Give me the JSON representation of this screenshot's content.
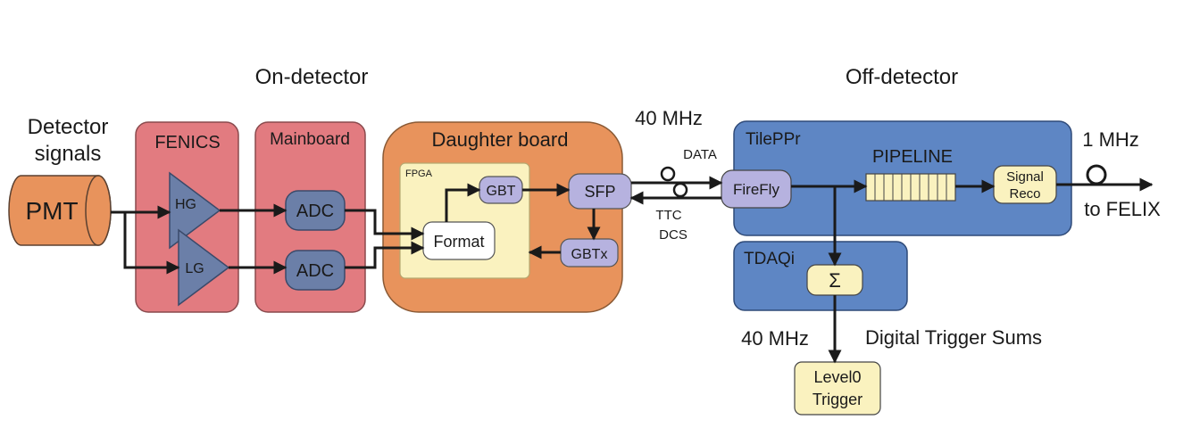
{
  "headers": {
    "on_detector": "On-detector",
    "off_detector": "Off-detector"
  },
  "detector_signals": [
    "Detector",
    "signals"
  ],
  "pmt": "PMT",
  "fenics": {
    "title": "FENICS",
    "hg": "HG",
    "lg": "LG"
  },
  "mainboard": {
    "title": "Mainboard",
    "adc_1": "ADC",
    "adc_2": "ADC"
  },
  "daughter_board": {
    "title": "Daughter board",
    "fpga": "FPGA",
    "gbt": "GBT",
    "format": "Format",
    "sfp": "SFP",
    "gbtx": "GBTx"
  },
  "link": {
    "rate": "40 MHz",
    "data": "DATA",
    "ttc": "TTC",
    "dcs": "DCS"
  },
  "tileppr": {
    "title": "TilePPr",
    "firefly": "FireFly",
    "pipeline": "PIPELINE",
    "signal_reco": [
      "Signal",
      "Reco"
    ]
  },
  "output": {
    "rate": "1 MHz",
    "dest": "to FELIX"
  },
  "tdaqi": {
    "title": "TDAQi",
    "sum": "Σ"
  },
  "trigger": {
    "rate": "40 MHz",
    "label": "Digital Trigger Sums",
    "level0": [
      "Level0",
      "Trigger"
    ]
  },
  "colors": {
    "orange": "#E8935C",
    "red": "#E27B80",
    "blue": "#5E86C4",
    "slate": "#6B7FA8",
    "lavender": "#B6B2DF",
    "yellow": "#FAF2BF",
    "white": "#FFFFFF",
    "line": "#1a1a1a"
  }
}
